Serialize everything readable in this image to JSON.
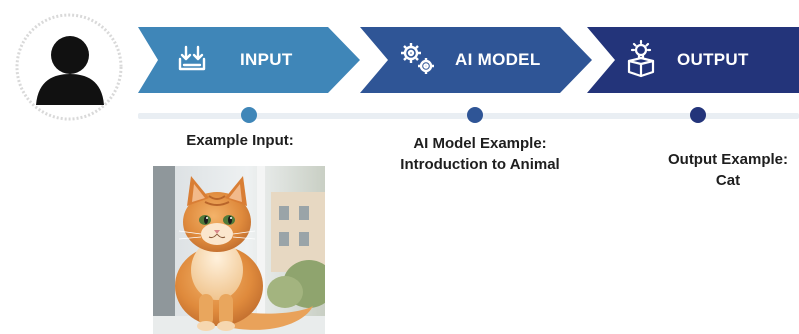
{
  "stages": [
    {
      "label": "INPUT",
      "icon": "download-tray-icon",
      "color": "#3f86b8"
    },
    {
      "label": "AI MODEL",
      "icon": "gears-icon",
      "color": "#2f5596"
    },
    {
      "label": "OUTPUT",
      "icon": "lightbulb-box-icon",
      "color": "#23347a"
    }
  ],
  "captions": {
    "input": "Example Input:",
    "model_line1": "AI Model Example:",
    "model_line2": "Introduction to Animal",
    "output_line1": "Output Example:",
    "output_line2": "Cat"
  },
  "icons": {
    "avatar": "user-avatar-icon",
    "image": "orange-cat-photo"
  },
  "colors": {
    "timeline": "#e9eef3",
    "avatar_border": "#d9d9d9"
  }
}
